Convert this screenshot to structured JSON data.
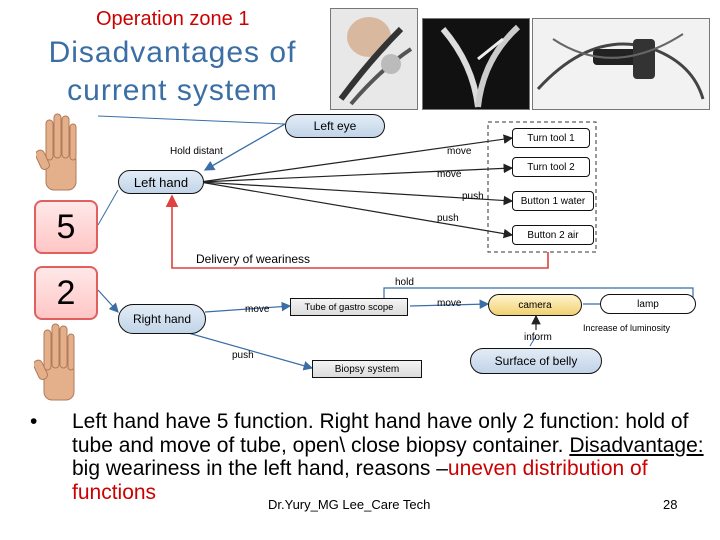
{
  "header": {
    "zone": "Operation zone 1",
    "title": "Disadvantages of current system"
  },
  "photos": [
    "endoscope-photo-1",
    "endoscope-photo-2",
    "endoscope-photo-3"
  ],
  "diagram": {
    "left_eye": "Left eye",
    "hold_distant": "Hold distant",
    "move_1": "move",
    "move_2": "move",
    "push_1": "push",
    "push_2": "push",
    "turn_tool_1": "Turn tool 1",
    "turn_tool_2": "Turn tool 2",
    "button_1": "Button 1 water",
    "button_2": "Button 2 air",
    "left_hand": "Left  hand",
    "count_left": "5",
    "count_right": "2",
    "delivery": "Delivery of weariness",
    "hold": "hold",
    "right_hand": "Right hand",
    "move_3": "move",
    "tube": "Tube of gastro scope",
    "move_4": "move",
    "camera": "camera",
    "lamp": "lamp",
    "increase": "Increase of luminosity",
    "inform": "inform",
    "push_3": "push",
    "biopsy": "Biopsy system",
    "surface": "Surface of belly"
  },
  "bullet": {
    "part1": "Left hand have 5 function. Right hand have only 2 function: hold of tube  and move of tube, open\\ close biopsy  container. ",
    "part2": "Disadvantage:",
    "part3": " big weariness in the left hand, reasons –",
    "part4": "uneven distribution of functions"
  },
  "footer": {
    "author": "Dr.Yury_MG Lee_Care Tech",
    "page": "28"
  }
}
